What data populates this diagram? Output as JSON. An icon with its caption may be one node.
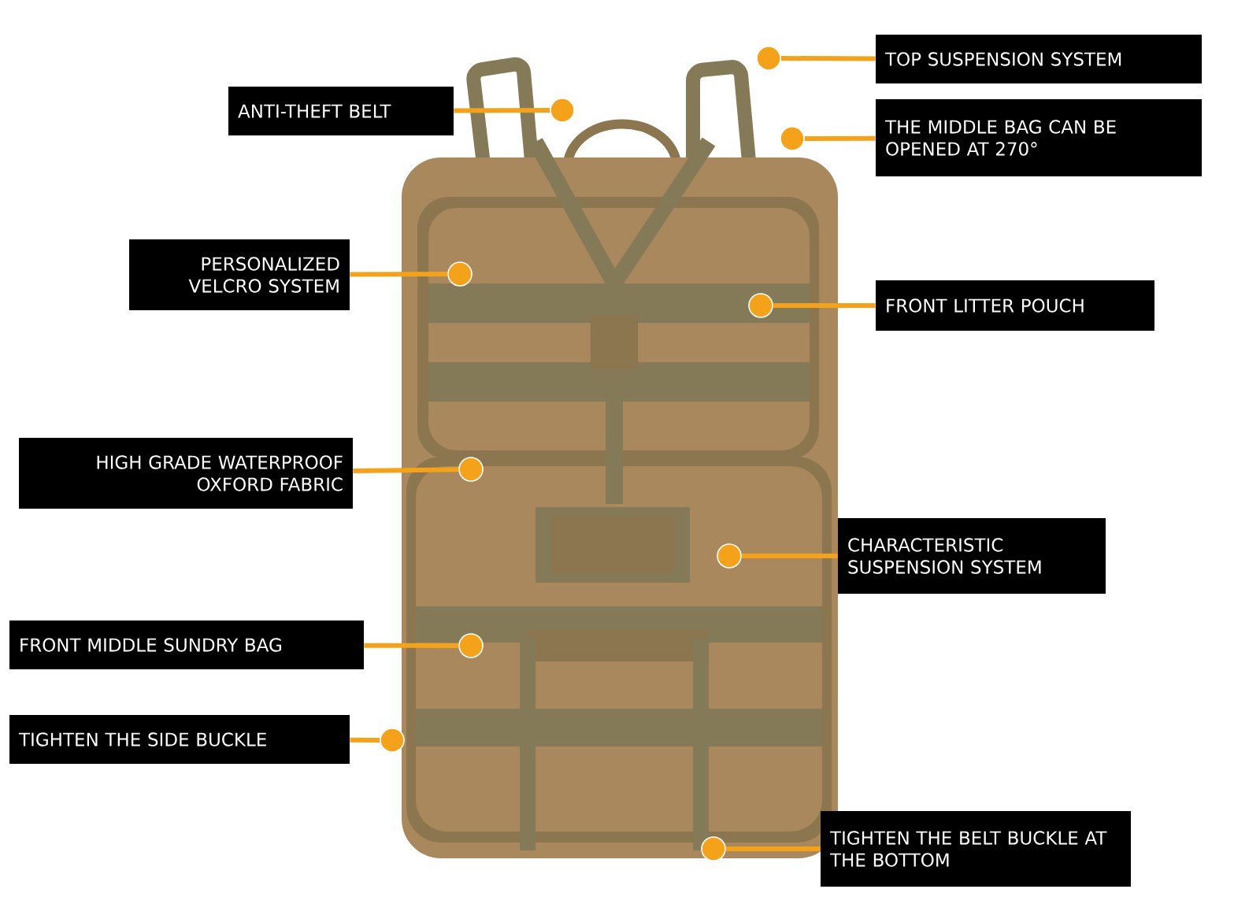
{
  "diagram": {
    "nodes": [
      {
        "text": [
          "TOP SUSPENSION SYSTEM"
        ]
      },
      {
        "text": [
          "ANTI-THEFT BELT"
        ]
      },
      {
        "text": [
          "THE MIDDLE BAG CAN BE OPENED AT 270°"
        ]
      },
      {
        "text": [
          "PERSONALIZED VELCRO SYSTEM"
        ]
      },
      {
        "text": [
          "FRONT LITTER POUCH"
        ]
      },
      {
        "text": [
          "HIGH GRADE WATERPROOF OXFORD FABRIC"
        ]
      },
      {
        "text": [
          "CHARACTERISTIC SUSPENSION SYSTEM"
        ]
      },
      {
        "text": [
          "FRONT MIDDLE SUNDRY BAG"
        ]
      },
      {
        "text": [
          "TIGHTEN THE SIDE BUCKLE"
        ]
      },
      {
        "text": [
          "TIGHTEN THE BELT BUCKLE AT THE BOTTOM"
        ]
      },
      {
        "text": [],
        "shape": "circle"
      },
      {
        "text": [],
        "shape": "circle"
      },
      {
        "text": [],
        "shape": "circle"
      },
      {
        "text": [],
        "shape": "circle"
      },
      {
        "text": [],
        "shape": "circle"
      },
      {
        "text": [],
        "shape": "circle"
      },
      {
        "text": [],
        "shape": "circle"
      },
      {
        "text": [],
        "shape": "circle"
      },
      {
        "text": [],
        "shape": "circle"
      },
      {
        "text": [],
        "shape": "circle"
      }
    ],
    "edges": [
      {
        "from": 0,
        "to": 10,
        "arrow": "none"
      },
      {
        "from": 1,
        "to": 11,
        "arrow": "none"
      },
      {
        "from": 2,
        "to": 12,
        "arrow": "none"
      },
      {
        "from": 3,
        "to": 13,
        "arrow": "none"
      },
      {
        "from": 4,
        "to": 14,
        "arrow": "none"
      },
      {
        "from": 5,
        "to": 15,
        "arrow": "none"
      },
      {
        "from": 6,
        "to": 16,
        "arrow": "none"
      },
      {
        "from": 7,
        "to": 17,
        "arrow": "none"
      },
      {
        "from": 8,
        "to": 18,
        "arrow": "none"
      },
      {
        "from": 9,
        "to": 19,
        "arrow": "none"
      }
    ]
  }
}
